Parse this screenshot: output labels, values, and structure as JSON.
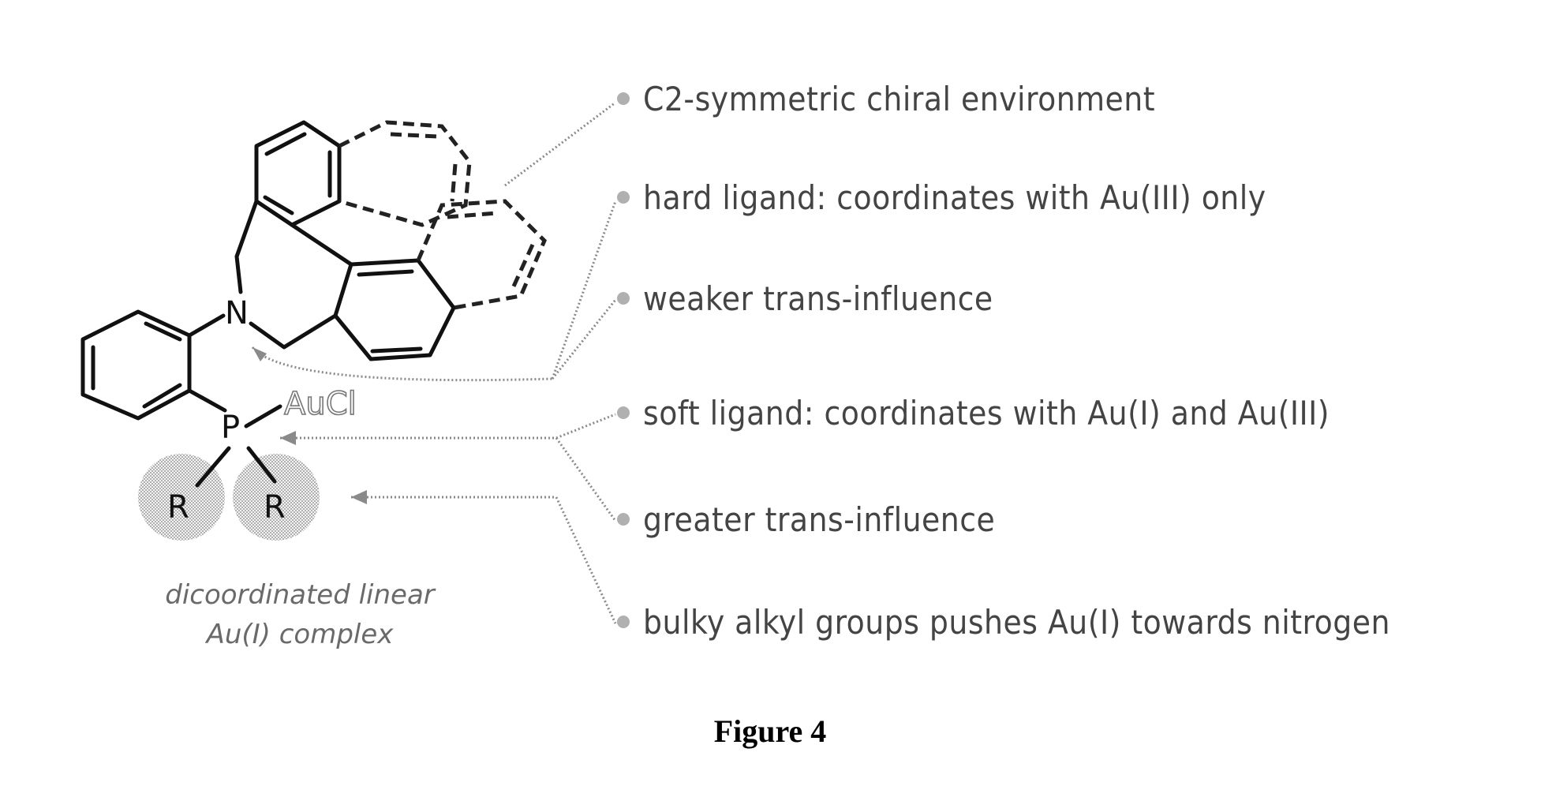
{
  "molecule": {
    "atoms": {
      "nitrogen": "N",
      "phosphorus": "P",
      "gold_chloride": "AuCl",
      "r_left": "R",
      "r_right": "R"
    },
    "caption_line1": "dicoordinated linear",
    "caption_line2": "Au(I) complex"
  },
  "annotations": [
    {
      "text": "C2-symmetric chiral environment"
    },
    {
      "text": "hard ligand: coordinates with Au(III) only"
    },
    {
      "text": "weaker trans-influence"
    },
    {
      "text": "soft ligand: coordinates with Au(I) and Au(III)"
    },
    {
      "text": "greater trans-influence"
    },
    {
      "text": "bulky alkyl groups pushes Au(I) towards nitrogen"
    }
  ],
  "figure_label": "Figure 4"
}
